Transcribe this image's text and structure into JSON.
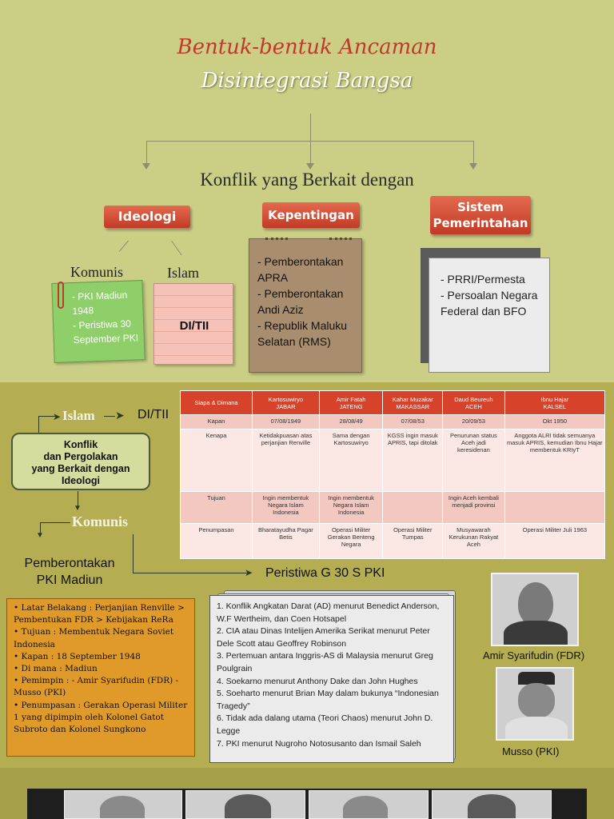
{
  "title_line1": "Bentuk-bentuk Ancaman",
  "title_line2": "Disintegrasi Bangsa",
  "subtitle": "Konflik yang Berkait dengan",
  "categories": {
    "ideologi": "Ideologi",
    "kepentingan": "Kepentingan",
    "sistem_line1": "Sistem",
    "sistem_line2": "Pemerintahan"
  },
  "ideologi": {
    "komunis_label": "Komunis",
    "islam_label": "Islam",
    "komunis_items": [
      "- PKI Madiun 1948",
      "- Peristiwa 30 September PKI"
    ],
    "islam_item": "DI/TII"
  },
  "kepentingan_items": [
    "- Pemberontakan APRA",
    "- Pemberontakan Andi Aziz",
    "- Republik Maluku Selatan (RMS)"
  ],
  "sistem_items": [
    "- PRRI/Permesta",
    "- Persoalan Negara Federal dan BFO"
  ],
  "flow": {
    "islam": "Islam",
    "ditii": "DI/TII",
    "konflik_line1": "Konflik",
    "konflik_line2": "dan Pergolakan",
    "konflik_line3": "yang Berkait dengan",
    "konflik_line4": "Ideologi",
    "komunis": "Komunis",
    "pki_madiun_line1": "Pemberontakan",
    "pki_madiun_line2": "PKI Madiun",
    "g30s": "Peristiwa G 30 S PKI"
  },
  "table": {
    "headers": [
      "Siapa & Dimana",
      "Kartosuwiryo\nJABAR",
      "Amir Fatah\nJATENG",
      "Kahar Muzakar\nMAKASSAR",
      "Daud Beureuh\nACEH",
      "Ibnu Hajar\nKALSEL"
    ],
    "rows": [
      [
        "Kapan",
        "07/08/1949",
        "28/08/49",
        "07/08/53",
        "20/09/53",
        "Okt 1950"
      ],
      [
        "Kenapa",
        "Ketidakpuasan atas perjanjian Renville",
        "Sama dengan Kartosuwiryo",
        "KGSS ingin masuk APRIS, tapi ditolak",
        "Penurunan status Aceh jadi keresidenan",
        "Anggota ALRI tidak semuanya masuk APRIS, kemudian Ibnu Hajar membentuk KRIyT"
      ],
      [
        "Tujuan",
        "Ingin membentuk Negara Islam Indonesia",
        "Ingin membentuk Negara Islam Indonesia",
        "",
        "Ingin Aceh kembali menjadi provinsi",
        ""
      ],
      [
        "Penumpasan",
        "Bharatayudha Pagar Betis",
        "Operasi Militer Gerakan Benteng Negara",
        "Operasi Militer Tumpas",
        "Musyawarah Kerukunan Rakyat Aceh",
        "Operasi Militer Juli 1963"
      ]
    ]
  },
  "madiun_info": [
    "• Latar Belakang  : Perjanjian Renville > Pembentukan FDR > Kebijakan ReRa",
    "• Tujuan : Membentuk Negara Soviet Indonesia",
    "• Kapan : 18 September 1948",
    "• Di mana : Madiun",
    "• Pemimpin : - Amir Syarifudin (FDR) - Musso (PKI)",
    "• Penumpasan     : Gerakan Operasi Militer 1 yang dipimpin oleh Kolonel Gatot Subroto dan Kolonel Sungkono"
  ],
  "g30s_theories": [
    "1. Konflik Angkatan Darat (AD) menurut Benedict Anderson, W.F Wertheim, dan Coen Hotsapel",
    "2. CIA atau Dinas Intelijen Amerika Serikat menurut Peter Dele Scott atau Geoffrey Robinson",
    "3. Pertemuan antara Inggris-AS di Malaysia menurut Greg Poulgrain",
    "4. Soekarno menurut Anthony Dake dan John Hughes",
    "5. Soeharto menurut Brian May dalam bukunya “Indonesian Tragedy”",
    "6. Tidak ada dalang utama (Teori Chaos) menurut John D. Legge",
    "7. PKI menurut Nugroho Notosusanto dan Ismail Saleh"
  ],
  "captions": {
    "amir": "Amir Syarifudin (FDR)",
    "musso": "Musso (PKI)"
  }
}
